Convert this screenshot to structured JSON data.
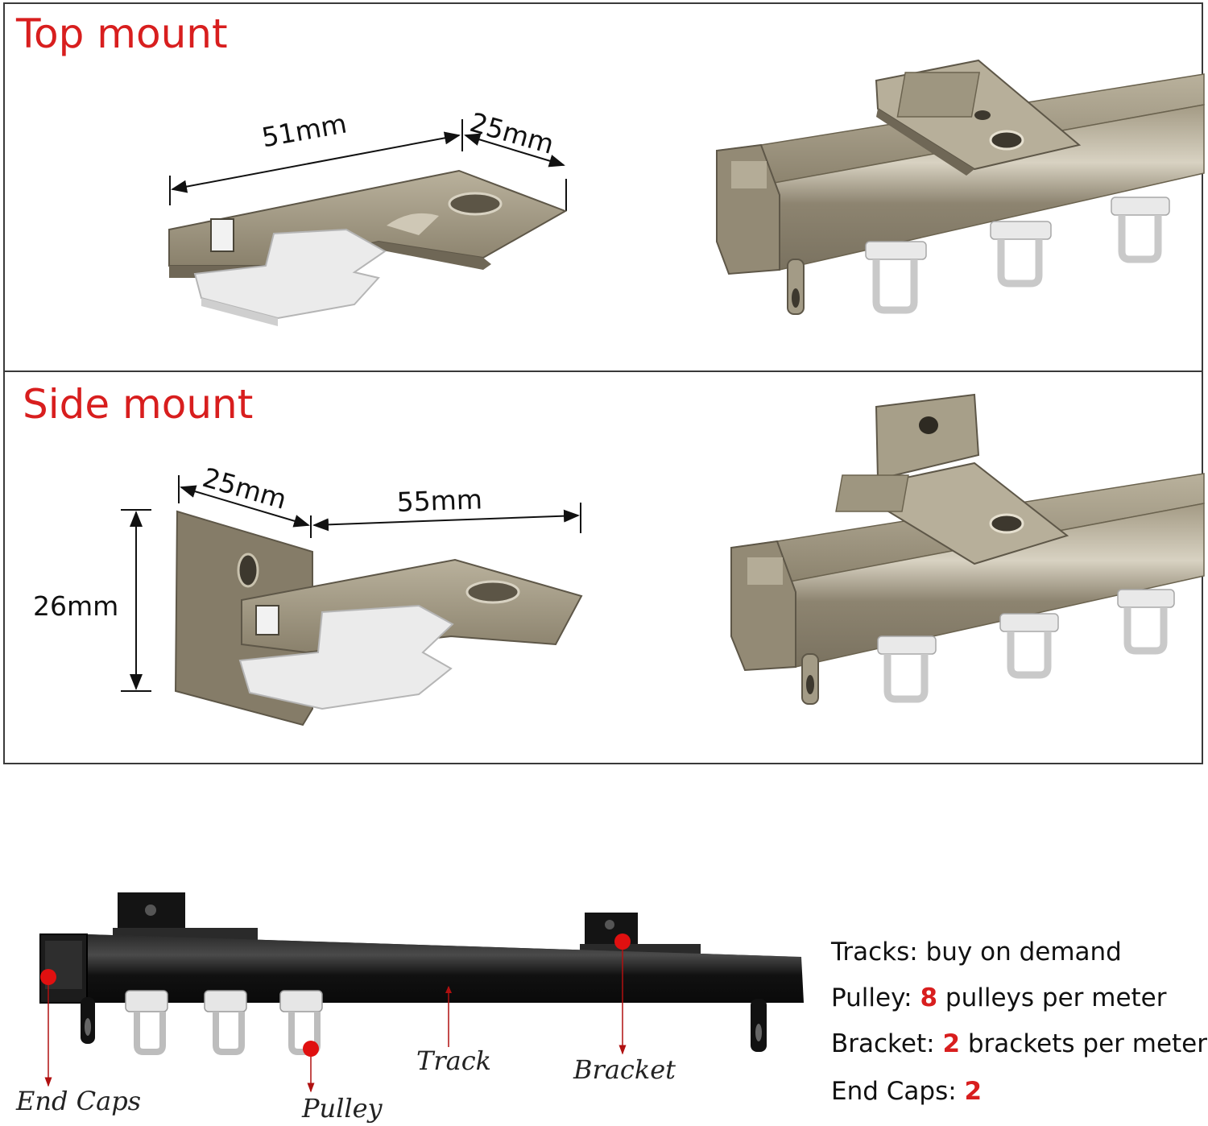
{
  "top_mount": {
    "title": "Top mount",
    "dim_length": "51mm",
    "dim_width": "25mm"
  },
  "side_mount": {
    "title": "Side mount",
    "dim_width": "25mm",
    "dim_length": "55mm",
    "dim_height": "26mm"
  },
  "parts_diagram": {
    "labels": {
      "end_caps": "End Caps",
      "pulley": "Pulley",
      "track": "Track",
      "bracket": "Bracket"
    }
  },
  "specs": [
    {
      "label": "Tracks:",
      "number": "",
      "text": " buy on demand"
    },
    {
      "label": "Pulley:",
      "number": "8",
      "text": " pulleys per meter"
    },
    {
      "label": "Bracket:",
      "number": "2",
      "text": " brackets per meter"
    },
    {
      "label": "End Caps:",
      "number": "2",
      "text": ""
    }
  ],
  "colors": {
    "title_red": "#d81e1e",
    "bronze": "#8e8572",
    "track_black": "#141414",
    "marker_red": "#e01010"
  }
}
